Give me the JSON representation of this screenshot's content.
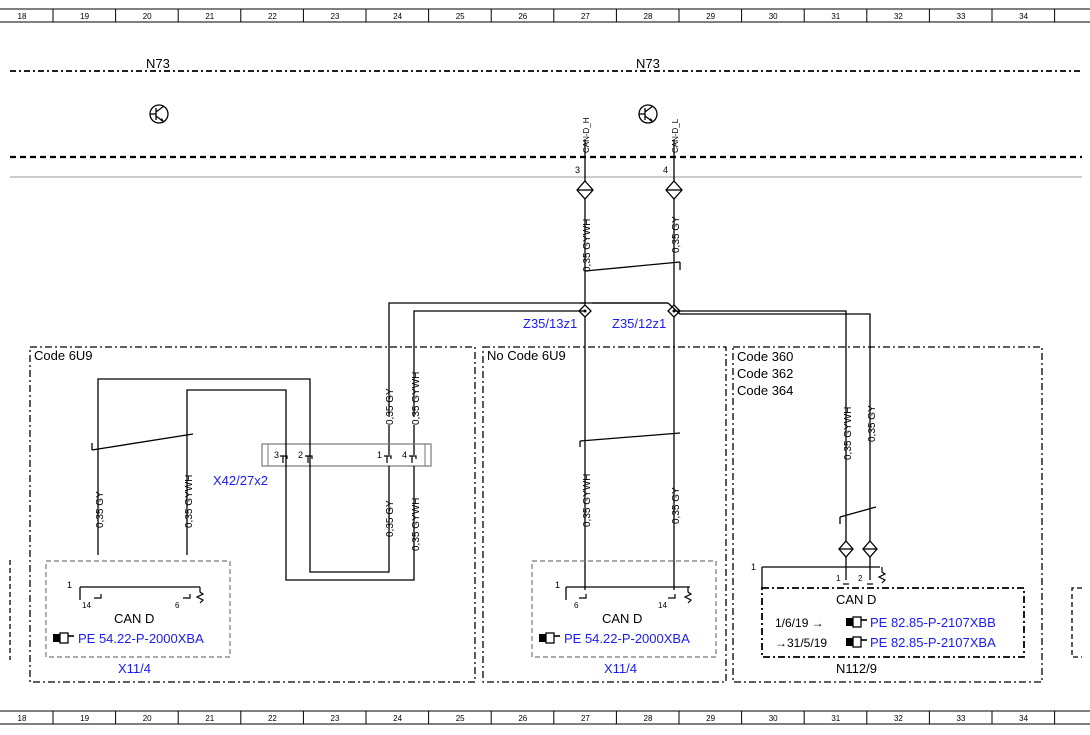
{
  "ruler": {
    "columns": [
      "18",
      "19",
      "20",
      "21",
      "22",
      "23",
      "24",
      "25",
      "26",
      "27",
      "28",
      "29",
      "30",
      "31",
      "32",
      "33",
      "34"
    ]
  },
  "top": {
    "n73_left": "N73",
    "n73_right": "N73"
  },
  "signals": {
    "can_h": "CAN-D_H",
    "can_l": "CAN-D_L",
    "pin_h": "3",
    "pin_l": "4"
  },
  "wires": {
    "gywh": "0,35 GYWH",
    "gy": "0,35 GY"
  },
  "splices": {
    "left": "Z35/13z1",
    "right": "Z35/12z1"
  },
  "sections": {
    "left": {
      "code": "Code 6U9",
      "connector": "X42/27x2",
      "conn_pins": [
        "3",
        "2",
        "1",
        "4"
      ],
      "module": "CAN D",
      "ref": "PE 54.22-P-2000XBA",
      "pin_a": "14",
      "pin_b": "6",
      "pin_one": "1",
      "name": "X11/4"
    },
    "middle": {
      "code": "No  Code 6U9",
      "module": "CAN D",
      "ref": "PE 54.22-P-2000XBA",
      "pin_a": "6",
      "pin_b": "14",
      "pin_one": "1",
      "name": "X11/4"
    },
    "right": {
      "codes": [
        "Code 360",
        "Code 362",
        "Code 364"
      ],
      "module": "CAN D",
      "pin_one": "1",
      "pin_a": "1",
      "pin_b": "2",
      "refs": [
        {
          "date": "1/6/19 →",
          "ref": "PE 82.85-P-2107XBB"
        },
        {
          "date": "→31/5/19",
          "ref": "PE 82.85-P-2107XBA"
        }
      ],
      "name": "N112/9"
    }
  },
  "icons": {
    "transistor": "transistor-icon",
    "reference": "pointing-hand-icon",
    "terminal": "diamond-terminal-icon"
  }
}
